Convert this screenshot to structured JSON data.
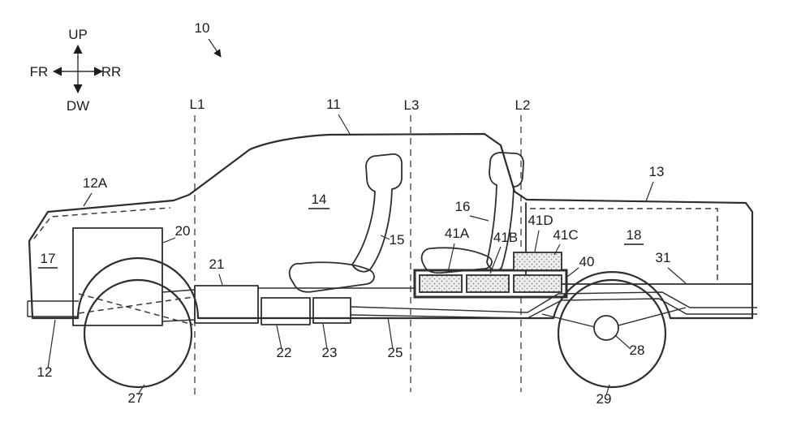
{
  "figure": {
    "kind": "patent side-view vehicle diagram"
  },
  "compass": {
    "up": "UP",
    "down": "DW",
    "front": "FR",
    "rear": "RR"
  },
  "section_lines": {
    "l1": "L1",
    "l2": "L2",
    "l3": "L3"
  },
  "labels": {
    "n10": "10",
    "n11": "11",
    "n12": "12",
    "n12a": "12A",
    "n13": "13",
    "n14": "14",
    "n15": "15",
    "n16": "16",
    "n17": "17",
    "n18": "18",
    "n20": "20",
    "n21": "21",
    "n22": "22",
    "n23": "23",
    "n25": "25",
    "n27": "27",
    "n28": "28",
    "n29": "29",
    "n31": "31",
    "n40": "40",
    "n41a": "41A",
    "n41b": "41B",
    "n41c": "41C",
    "n41d": "41D"
  },
  "colors": {
    "line": "#2e2e2e",
    "label": "#1c1c1c",
    "hatch_dot": "#8a8a8a",
    "hatch_bg": "#eeeeee"
  }
}
